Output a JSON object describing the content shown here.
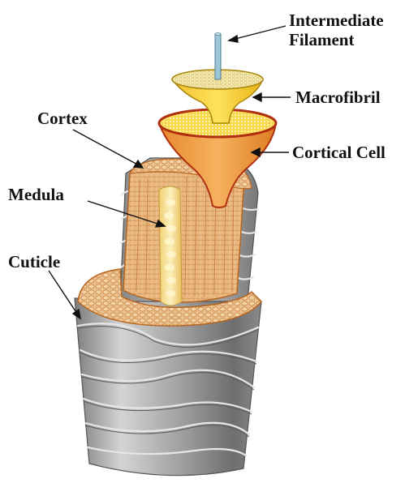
{
  "diagram": {
    "labels": {
      "intermediate_filament_line1": "Intermediate",
      "intermediate_filament_line2": "Filament",
      "macrofibril": "Macrofibril",
      "cortical_cell": "Cortical Cell",
      "cortex": "Cortex",
      "medula": "Medula",
      "cuticle": "Cuticle"
    },
    "colors": {
      "cuticle": "#9e9e9e",
      "cortex": "#e9b079",
      "medula": "#f3df95",
      "macrofibril": "#f7cf1e",
      "cortical_cell": "#f0a341",
      "filament": "#9cc7d6",
      "label_text": "#111111"
    }
  }
}
